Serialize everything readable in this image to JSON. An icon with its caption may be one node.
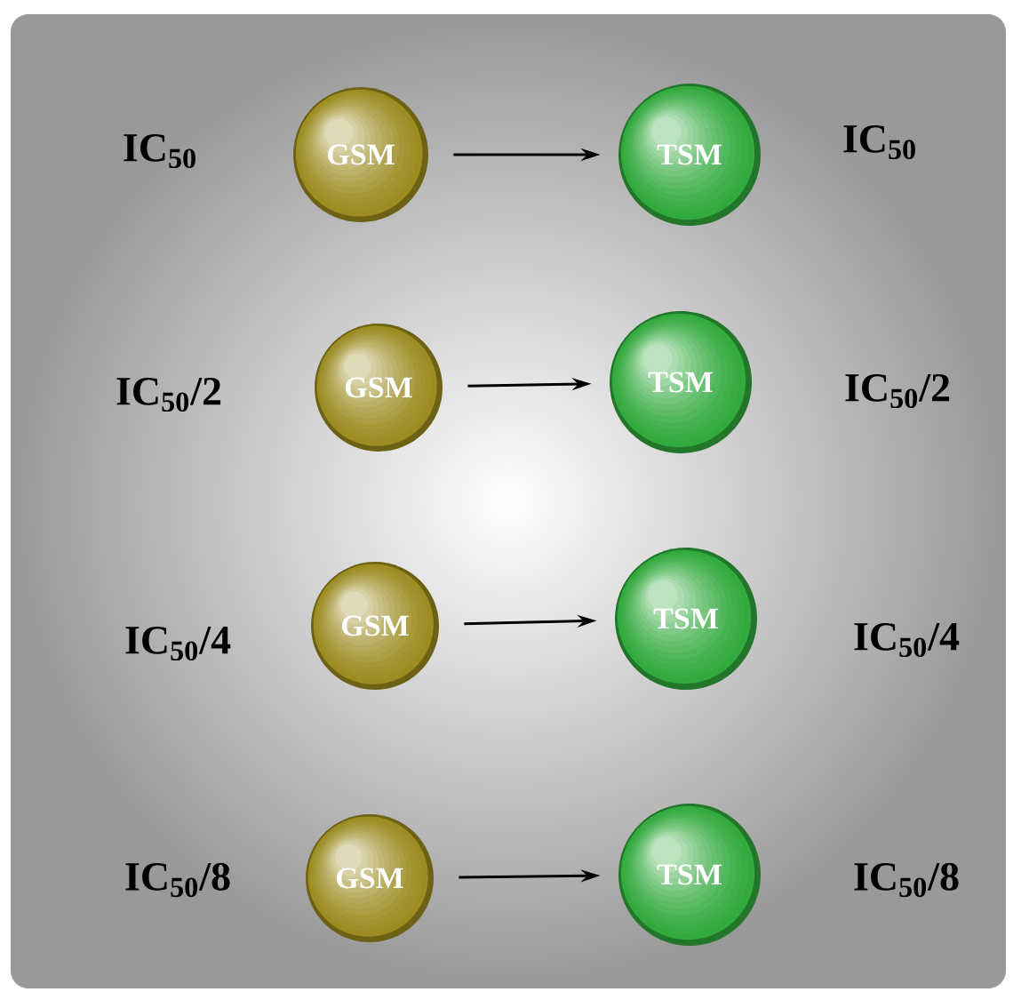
{
  "diagram": {
    "nodes": [
      {
        "text": [
          "GSM"
        ]
      },
      {
        "text": [
          "TSM"
        ]
      },
      {
        "text": [
          "GSM"
        ]
      },
      {
        "text": [
          "TSM"
        ]
      },
      {
        "text": [
          "GSM"
        ]
      },
      {
        "text": [
          "TSM"
        ]
      },
      {
        "text": [
          "GSM"
        ]
      },
      {
        "text": [
          "TSM"
        ]
      }
    ],
    "edges": [
      {
        "from": 0,
        "to": 1,
        "arrow": "to"
      },
      {
        "from": 2,
        "to": 3,
        "arrow": "to"
      },
      {
        "from": 4,
        "to": 5,
        "arrow": "to"
      },
      {
        "from": 6,
        "to": 7,
        "arrow": "to"
      }
    ],
    "labels": [
      "IC$_{50}$",
      "IC$_{50}$",
      "IC$_{50}$/2",
      "IC$_{50}$/2",
      "IC$_{50}$/4",
      "IC$_{50}$/4",
      "IC$_{50}$/8",
      "IC$_{50}$/8"
    ]
  }
}
